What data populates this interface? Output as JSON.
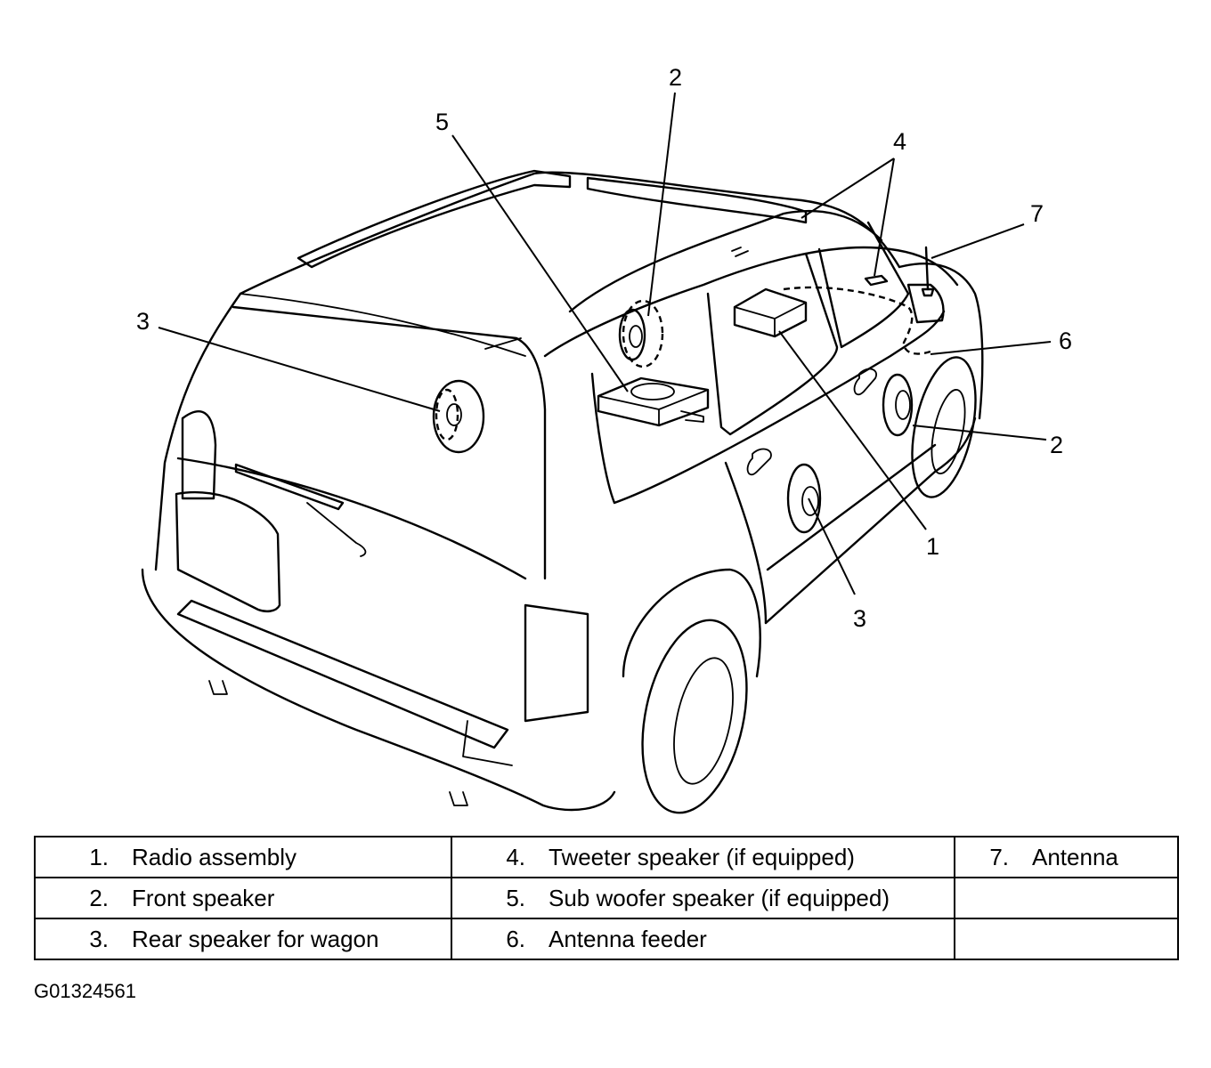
{
  "callouts": [
    "1",
    "2",
    "3",
    "4",
    "5",
    "6",
    "7"
  ],
  "legend": {
    "rows": [
      [
        {
          "num": "1.",
          "label": "Radio assembly"
        },
        {
          "num": "4.",
          "label": "Tweeter speaker (if equipped)"
        },
        {
          "num": "7.",
          "label": "Antenna"
        }
      ],
      [
        {
          "num": "2.",
          "label": "Front speaker"
        },
        {
          "num": "5.",
          "label": "Sub woofer speaker (if equipped)"
        },
        {
          "num": "",
          "label": ""
        }
      ],
      [
        {
          "num": "3.",
          "label": "Rear speaker for wagon"
        },
        {
          "num": "6.",
          "label": "Antenna feeder"
        },
        {
          "num": "",
          "label": ""
        }
      ]
    ]
  },
  "figure_code": "G01324561"
}
